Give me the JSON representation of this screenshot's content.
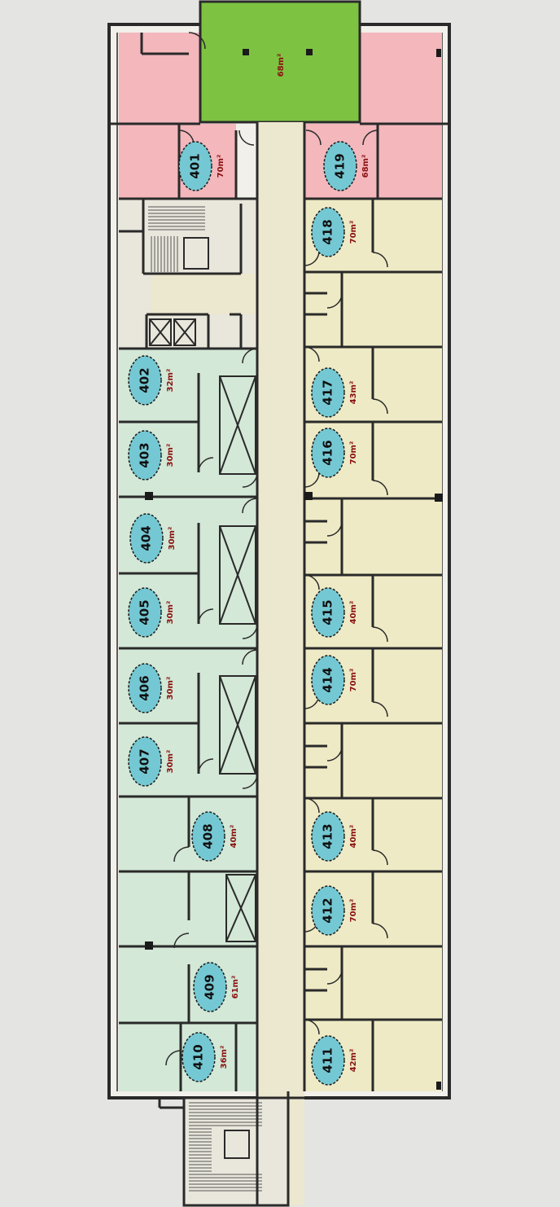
{
  "plan": {
    "colors": {
      "background": "#e4e4e2",
      "wall": "#2a2a2a",
      "corridor": "#ece7cf",
      "green_zone": "#d3e8d6",
      "yellow_zone": "#eeeac5",
      "pink_zone": "#f3b7bc",
      "terrace": "#7ec242",
      "service": "#e9e6dc",
      "badge": "#74c8d3",
      "area_text": "#8a1010"
    },
    "terrace": {
      "area": "68m²"
    },
    "rooms": [
      {
        "id": "401",
        "area": "70m²",
        "zone": "pink"
      },
      {
        "id": "419",
        "area": "68m²",
        "zone": "pink"
      },
      {
        "id": "402",
        "area": "32m²",
        "zone": "green"
      },
      {
        "id": "403",
        "area": "30m²",
        "zone": "green"
      },
      {
        "id": "404",
        "area": "30m²",
        "zone": "green"
      },
      {
        "id": "405",
        "area": "30m²",
        "zone": "green"
      },
      {
        "id": "406",
        "area": "30m²",
        "zone": "green"
      },
      {
        "id": "407",
        "area": "30m²",
        "zone": "green"
      },
      {
        "id": "408",
        "area": "40m²",
        "zone": "green"
      },
      {
        "id": "409",
        "area": "61m²",
        "zone": "green"
      },
      {
        "id": "410",
        "area": "36m²",
        "zone": "green"
      },
      {
        "id": "418",
        "area": "70m²",
        "zone": "yellow"
      },
      {
        "id": "417",
        "area": "43m²",
        "zone": "yellow"
      },
      {
        "id": "416",
        "area": "70m²",
        "zone": "yellow"
      },
      {
        "id": "415",
        "area": "40m²",
        "zone": "yellow"
      },
      {
        "id": "414",
        "area": "70m²",
        "zone": "yellow"
      },
      {
        "id": "413",
        "area": "40m²",
        "zone": "yellow"
      },
      {
        "id": "412",
        "area": "70m²",
        "zone": "yellow"
      },
      {
        "id": "411",
        "area": "42m²",
        "zone": "yellow"
      }
    ]
  }
}
